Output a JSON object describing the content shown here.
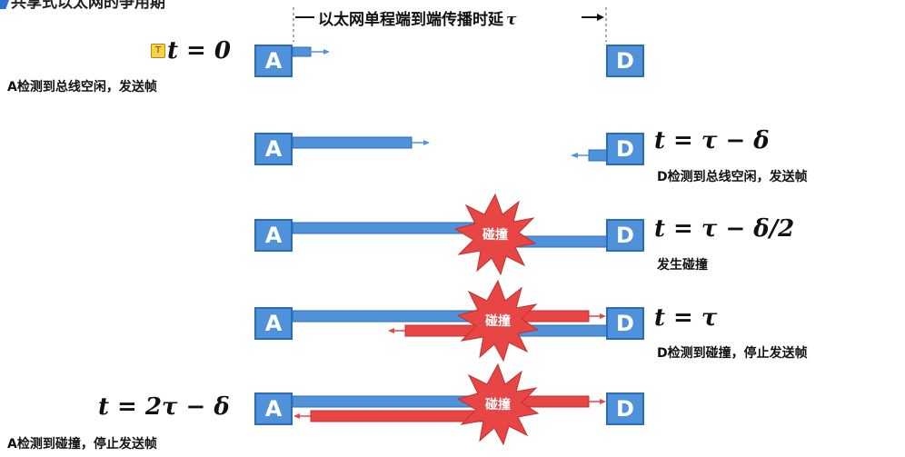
{
  "title": "共享式以太网的争用期",
  "header": {
    "label": "以太网单程端到端传播时延",
    "tau": "τ"
  },
  "stations": {
    "a": "A",
    "d": "D"
  },
  "icons": {
    "t_icon": "T"
  },
  "collision_label": "碰撞",
  "rows": [
    {
      "time_expr": "t = 0",
      "note": "A检测到总线空闲，发送帧"
    },
    {
      "time_expr": "t = τ − δ",
      "note": "D检测到总线空闲，发送帧"
    },
    {
      "time_expr": "t = τ − δ/2",
      "note": "发生碰撞"
    },
    {
      "time_expr": "t = τ",
      "note": "D检测到碰撞，停止发送帧"
    },
    {
      "time_expr": "t = 2τ − δ",
      "note": "A检测到碰撞，停止发送帧"
    }
  ],
  "colors": {
    "node": "#4f92d9",
    "frame_a": "#4f92d9",
    "frame_d": "#e84545",
    "burst": "#e84545"
  }
}
